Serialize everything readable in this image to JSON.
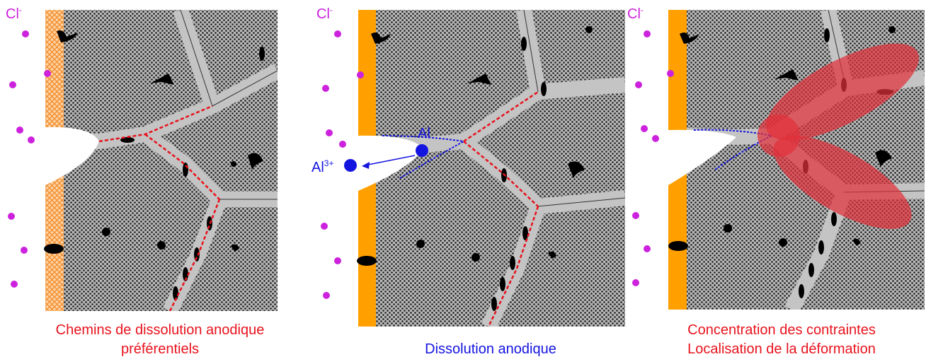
{
  "panels": [
    {
      "id": "panel-1",
      "ion_label": "Cl",
      "ion_sup": "-",
      "caption_lines": [
        "Chemins de dissolution anodique",
        "préférentiels"
      ],
      "caption_color": "#e8121c",
      "film_style": "hatched"
    },
    {
      "id": "panel-2",
      "ion_label": "Cl",
      "ion_sup": "-",
      "metal_atom_label": "Al",
      "metal_ion_label": "Al",
      "metal_ion_sup": "3+",
      "caption_lines": [
        "Dissolution anodique"
      ],
      "caption_color": "#1414e0",
      "film_style": "solid"
    },
    {
      "id": "panel-3",
      "ion_label": "Cl",
      "ion_sup": "-",
      "caption_lines": [
        "Concentration des contraintes",
        "Localisation de la déformation"
      ],
      "caption_color": "#e8121c",
      "film_style": "solid"
    }
  ],
  "colors": {
    "chloride": "#cc22dd",
    "film": "#ffa000",
    "grain_boundary": "#c0c0c0",
    "dissolution_path": "#e8121c",
    "dissolution_front": "#1414e0",
    "stress_zone": "#e0303a",
    "precipitate": "#000000"
  }
}
